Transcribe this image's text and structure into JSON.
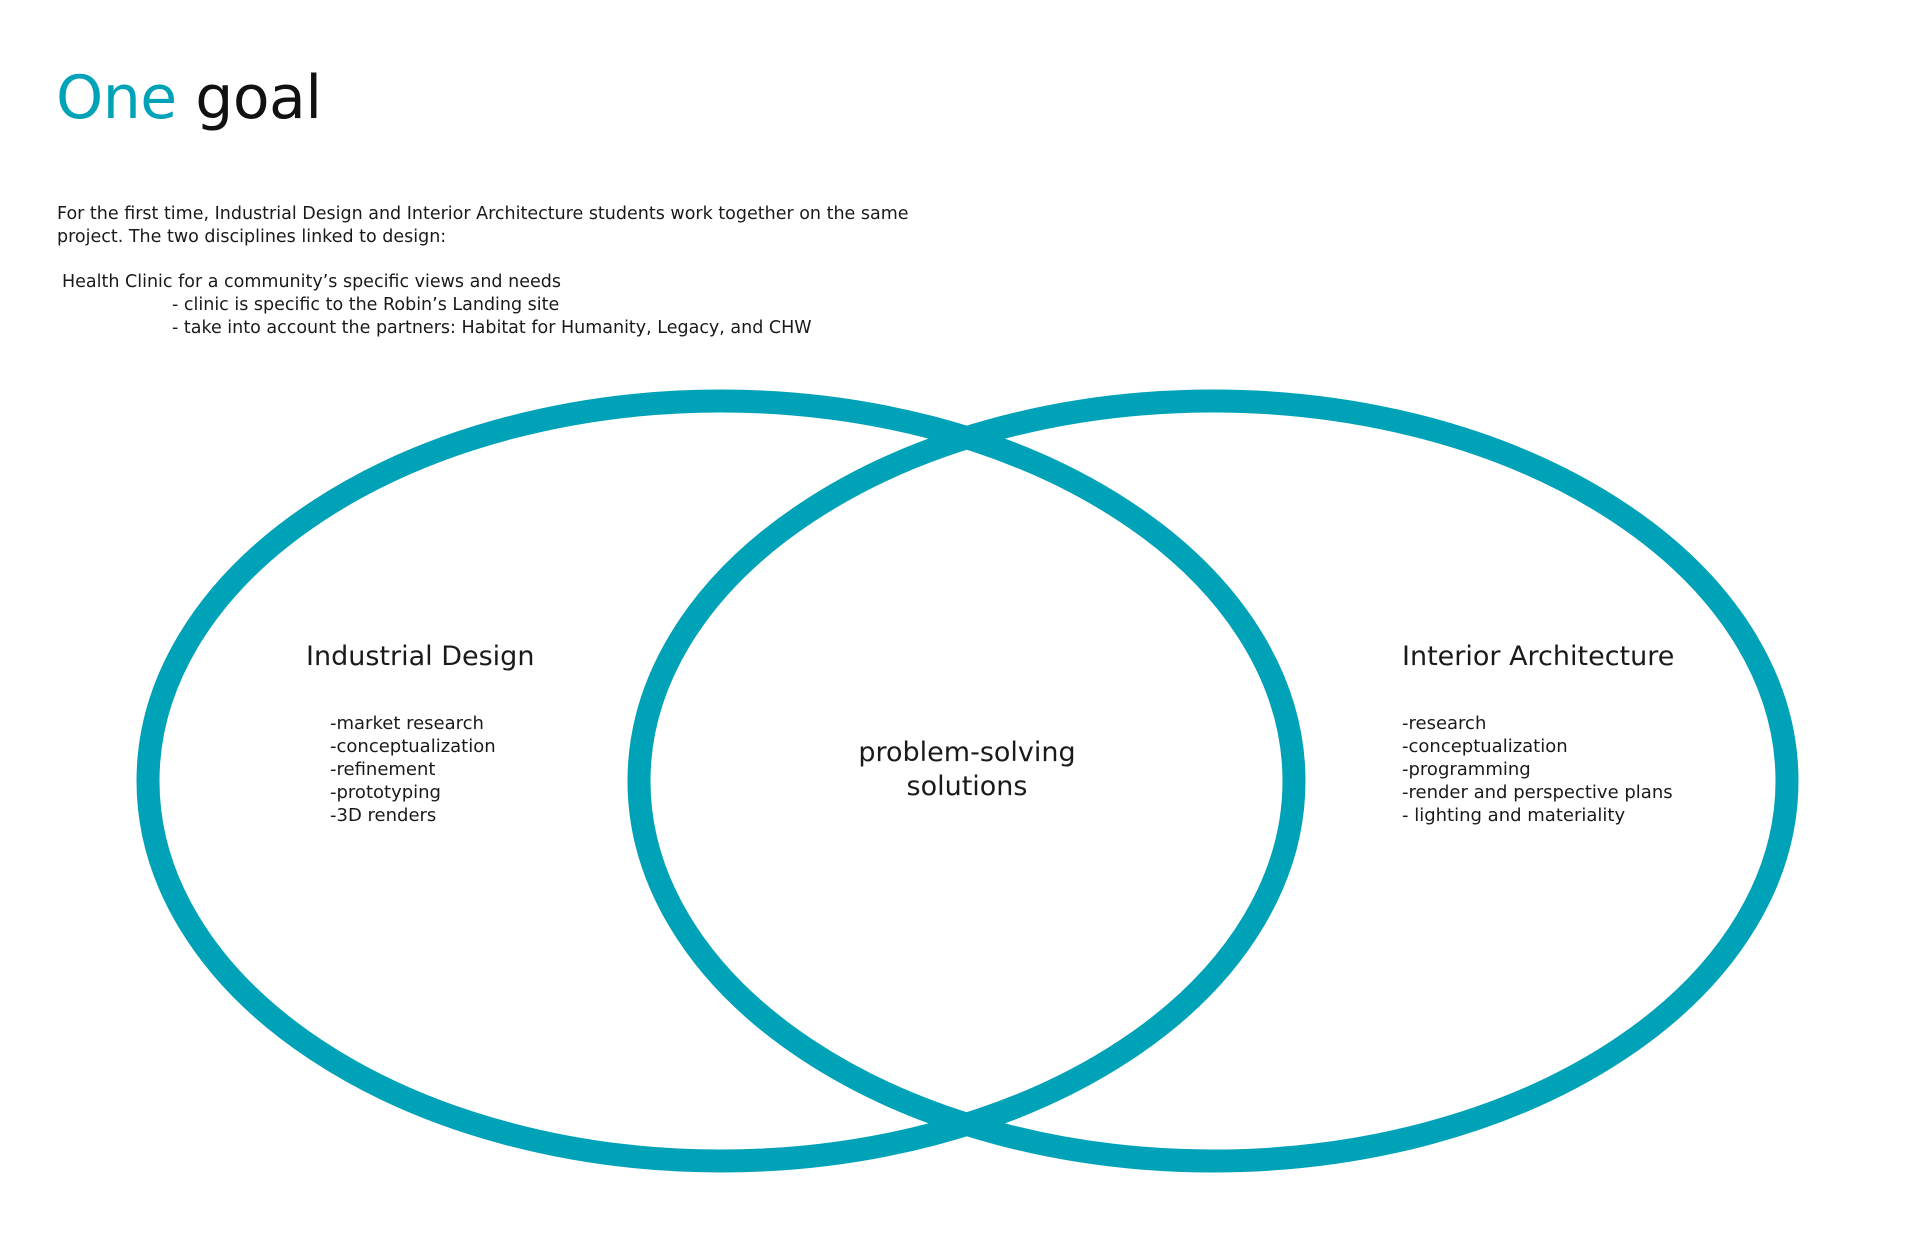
{
  "title": {
    "accent": "One",
    "rest": "goal"
  },
  "intro": {
    "paragraph": "For the first time, Industrial Design and Interior Architecture students work together on the same project. The two disciplines linked to design:",
    "clinic_heading": "Health Clinic for a community’s specific views and needs",
    "clinic_points": [
      "- clinic is specific to the Robin’s Landing site",
      "- take into account the partners: Habitat for Humanity, Legacy, and CHW"
    ]
  },
  "venn": {
    "left_set": {
      "title": "Industrial Design",
      "items": [
        "-market research",
        "-conceptualization",
        "-refinement",
        "-prototyping",
        "-3D renders"
      ]
    },
    "right_set": {
      "title": "Interior Architecture",
      "items": [
        "-research",
        "-conceptualization",
        "-programming",
        "-render and perspective plans",
        "- lighting and materiality"
      ]
    },
    "overlap": {
      "line1": "problem-solving",
      "line2": "solutions"
    }
  },
  "colors": {
    "accent": "#00a2b8",
    "text": "#1a1a1a",
    "background": "#ffffff"
  }
}
